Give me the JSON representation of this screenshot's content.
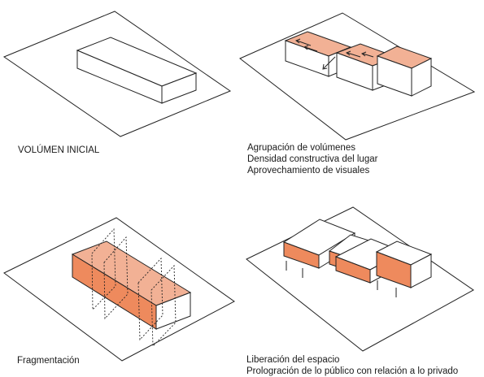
{
  "panels": [
    {
      "caption_lines": [
        "VOLÚMEN INICIAL"
      ]
    },
    {
      "caption_lines": [
        "Agrupación de volúmenes",
        "Densidad constructiva del lugar",
        "Aprovechamiento de visuales"
      ]
    },
    {
      "caption_lines": [
        "Fragmentación"
      ]
    },
    {
      "caption_lines": [
        "Liberación del espacio",
        "Prologración de lo público con relación a lo privado"
      ]
    }
  ],
  "colors": {
    "line": "#222222",
    "orange_top": "#f2b195",
    "orange_side": "#ee8a5d",
    "white": "#ffffff"
  }
}
